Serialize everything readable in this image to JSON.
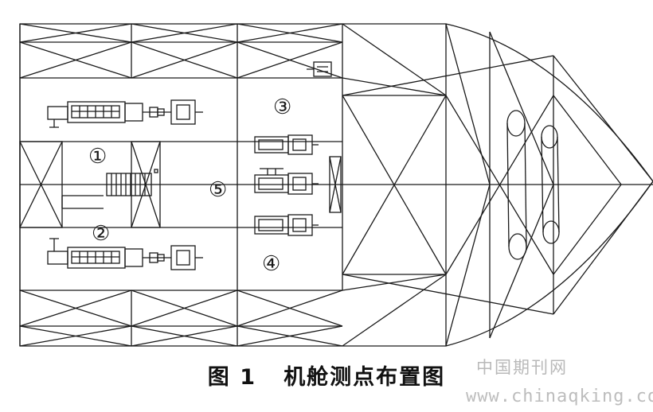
{
  "diagram": {
    "point_labels": [
      {
        "id": "p1",
        "text": "①"
      },
      {
        "id": "p2",
        "text": "②"
      },
      {
        "id": "p3",
        "text": "③"
      },
      {
        "id": "p4",
        "text": "④"
      },
      {
        "id": "p5",
        "text": "⑤"
      }
    ],
    "caption_number": "图 1",
    "caption_title": "机舱测点布置图"
  },
  "watermark": {
    "site_name": "中国期刊网",
    "url": "www.chinaqking.com"
  },
  "colors": {
    "line": "#1a1a1a",
    "watermark": "#bdbdbd"
  }
}
